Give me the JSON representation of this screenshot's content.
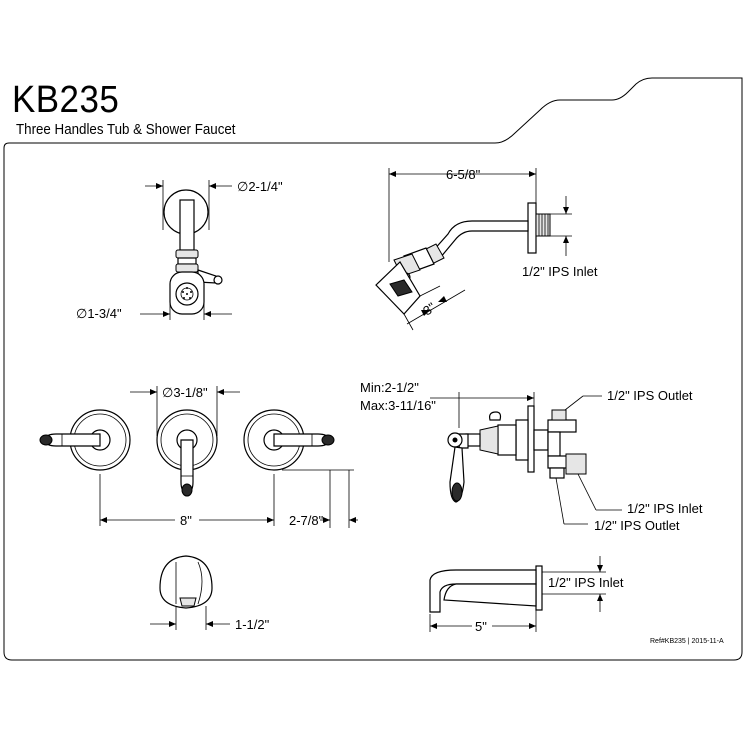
{
  "header": {
    "model": "KB235",
    "subtitle": "Three Handles Tub & Shower Faucet"
  },
  "dimensions": {
    "showerhead_flange_dia": "∅2-1/4\"",
    "showerhead_dia": "∅1-3/4\"",
    "shower_arm_reach": "6-5/8\"",
    "shower_arm_inlet": "1/2\" IPS Inlet",
    "showerhead_length": "3\"",
    "handle_flange_dia": "∅3-1/8\"",
    "valve_min": "Min:2-1/2\"",
    "valve_max": "Max:3-11/16\"",
    "valve_outlet_top": "1/2\" IPS Outlet",
    "valve_inlet": "1/2\" IPS Inlet",
    "valve_outlet_bottom": "1/2\" IPS Outlet",
    "handle_spread": "8\"",
    "handle_projection": "2-7/8\"",
    "spout_width": "1-1/2\"",
    "spout_inlet": "1/2\" IPS Inlet",
    "spout_reach": "5\""
  },
  "footer": {
    "ref": "Ref#KB235 | 2015-11-A"
  }
}
